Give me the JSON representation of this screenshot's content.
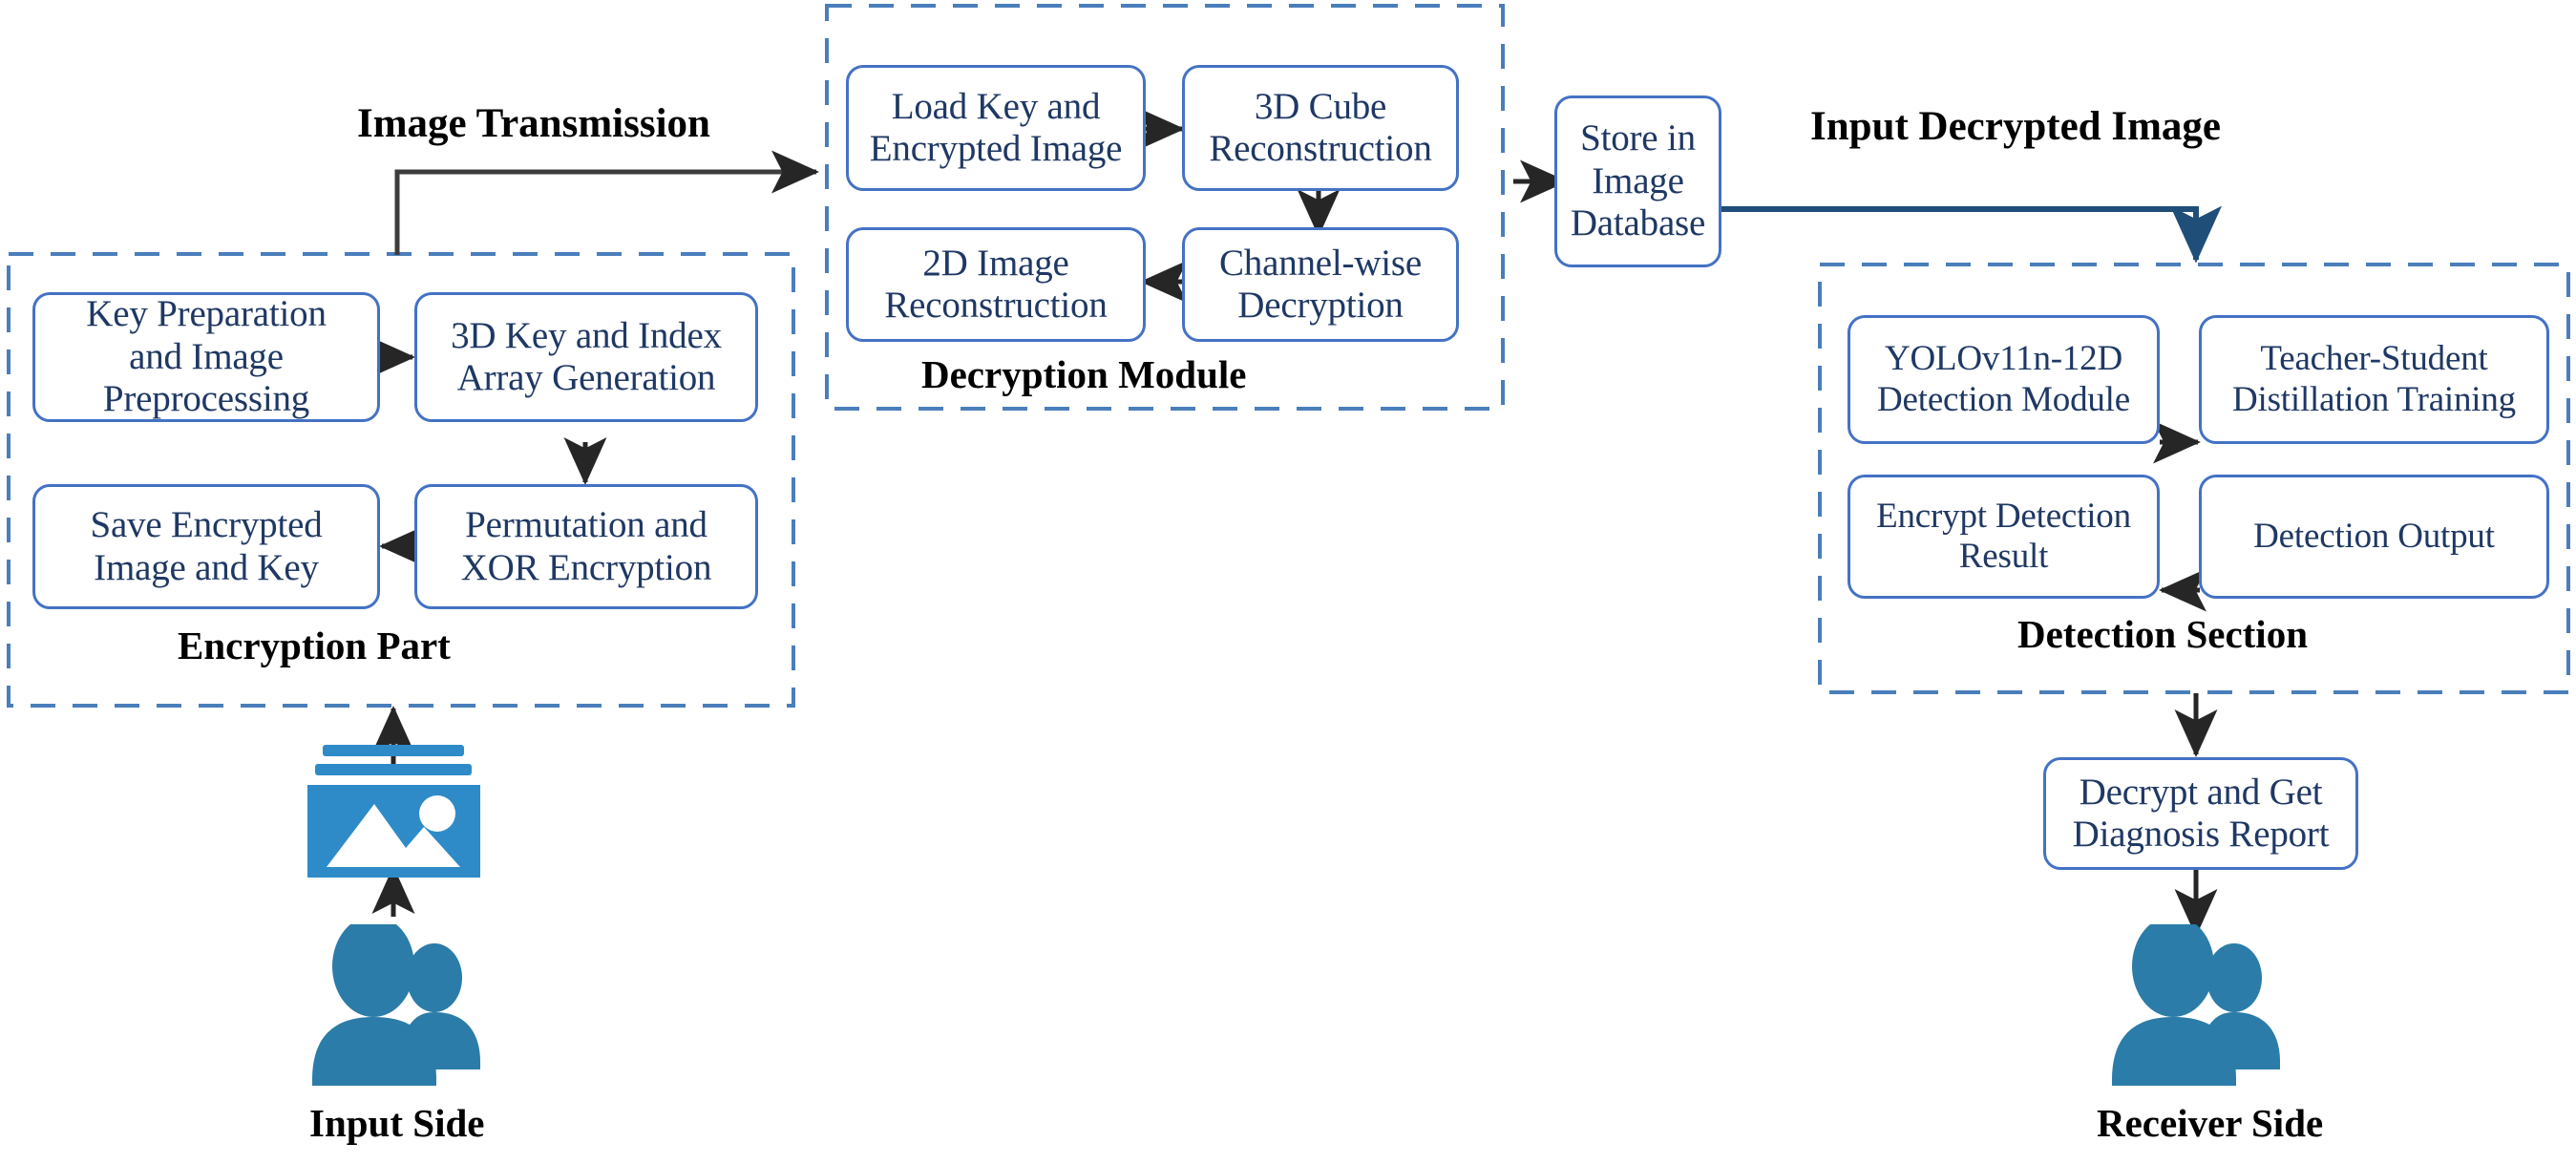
{
  "diagram": {
    "title": "Encrypted medical image transmission, decryption and detection pipeline",
    "colors": {
      "node_border": "#4472c4",
      "node_text": "#1f3864",
      "group_dash": "#4a7ebb",
      "arrow_dark": "#262626",
      "arrow_blue": "#1f4e79",
      "icon_blue": "#2e8bc8",
      "icon_people": "#2b7ca8",
      "background": "#ffffff"
    }
  },
  "groups": [
    {
      "id": "encryption",
      "caption": "Encryption Part"
    },
    {
      "id": "decryption",
      "caption": "Decryption Module"
    },
    {
      "id": "detection",
      "caption": "Detection Section"
    }
  ],
  "flow_labels": [
    {
      "id": "image-transmission",
      "text": "Image Transmission"
    },
    {
      "id": "input-decrypted-image",
      "text": "Input Decrypted Image"
    }
  ],
  "side_labels": [
    {
      "id": "input-side",
      "text": "Input Side"
    },
    {
      "id": "receiver-side",
      "text": "Receiver Side"
    }
  ],
  "encryption_part": {
    "caption": "Encryption Part",
    "nodes": [
      {
        "id": "key-preparation",
        "label": "Key Preparation\nand  Image\nPreprocessing"
      },
      {
        "id": "key-index-array",
        "label": "3D Key and Index\nArray Generation"
      },
      {
        "id": "save-encrypted",
        "label": "Save Encrypted\nImage and Key"
      },
      {
        "id": "permutation-xor",
        "label": "Permutation and\nXOR Encryption"
      }
    ]
  },
  "decryption_module": {
    "caption": "Decryption Module",
    "nodes": [
      {
        "id": "load-key",
        "label": "Load Key and\nEncrypted Image"
      },
      {
        "id": "cube-reconstruction",
        "label": "3D Cube\nReconstruction"
      },
      {
        "id": "image-2d-reconstruction",
        "label": "2D Image\nReconstruction"
      },
      {
        "id": "channel-wise-decryption",
        "label": "Channel-wise\nDecryption"
      }
    ]
  },
  "store_node": {
    "id": "store-in-image-database",
    "label": "Store in\nImage\nDatabase"
  },
  "detection_section": {
    "caption": "Detection Section",
    "nodes": [
      {
        "id": "yolo-detection-module",
        "label": "YOLOv11n-12D\nDetection Module"
      },
      {
        "id": "teacher-student-distill",
        "label": "Teacher-Student\nDistillation Training"
      },
      {
        "id": "encrypt-detection-result",
        "label": "Encrypt Detection\nResult"
      },
      {
        "id": "detection-output",
        "label": "Detection Output"
      }
    ]
  },
  "decrypt_report_node": {
    "id": "decrypt-and-get-diagnosis-report",
    "label": "Decrypt and Get\nDiagnosis Report"
  },
  "icons": [
    {
      "id": "image-icon",
      "name": "picture-image-icon"
    },
    {
      "id": "users-input",
      "name": "users-people-icon"
    },
    {
      "id": "users-receiver",
      "name": "users-people-icon"
    }
  ]
}
